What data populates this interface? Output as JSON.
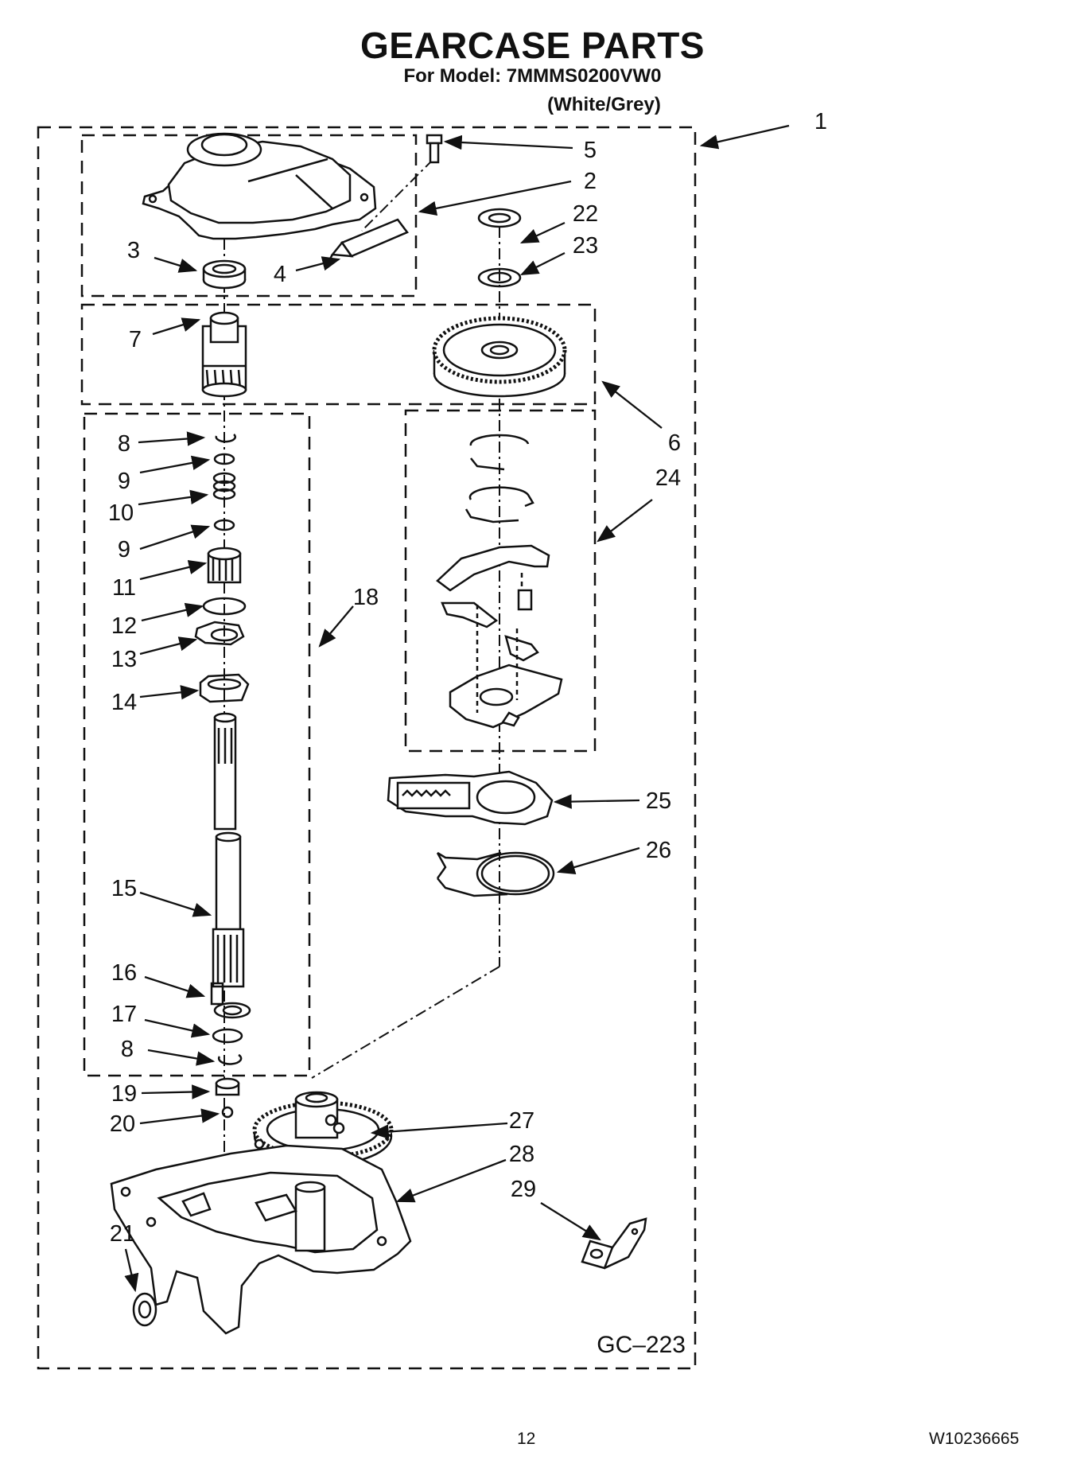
{
  "header": {
    "title": "GEARCASE PARTS",
    "model_line": "For Model: 7MMMS0200VW0",
    "color_line": "(White/Grey)"
  },
  "diagram": {
    "code": "GC–223",
    "callouts": [
      "1",
      "5",
      "2",
      "22",
      "3",
      "4",
      "23",
      "7",
      "6",
      "8",
      "9",
      "10",
      "24",
      "9",
      "11",
      "18",
      "12",
      "13",
      "14",
      "25",
      "26",
      "15",
      "16",
      "17",
      "8",
      "19",
      "27",
      "20",
      "28",
      "29",
      "21"
    ]
  },
  "footer": {
    "page_number": "12",
    "document_number": "W10236665"
  }
}
